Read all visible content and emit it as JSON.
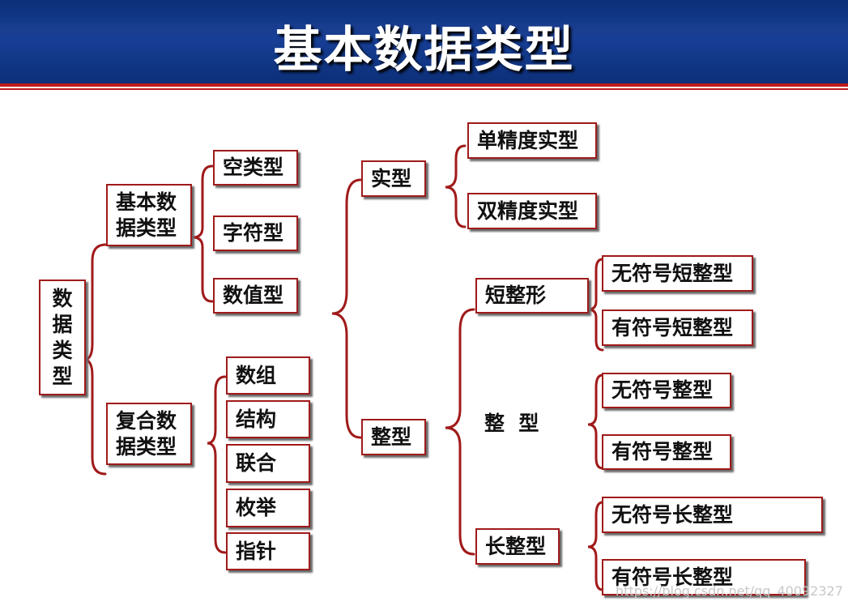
{
  "title": "基本数据类型",
  "nodes": {
    "data_types": "数\n据\n类\n型",
    "basic_types": "基本数\n据类型",
    "composite_types": "复合数\n据类型",
    "void": "空类型",
    "char": "字符型",
    "numeric": "数值型",
    "array": "数组",
    "struct": "结构",
    "union": "联合",
    "enum": "枚举",
    "pointer": "指针",
    "real": "实型",
    "integer": "整型",
    "single": "单精度实型",
    "double": "双精度实型",
    "short": "短整形",
    "int": "整  型",
    "long": "长整型",
    "ushort": "无符号短整型",
    "sshort": "有符号短整型",
    "uint": "无符号整型",
    "sint": "有符号整型",
    "ulong": "无符号长整型",
    "slong": "有符号长整型"
  },
  "watermark": "https://blog.csdn.net/qq_40092327",
  "colors": {
    "banner": "#173f96",
    "accent_red": "#c01a1a",
    "bracket": "#a01a1a",
    "title": "#ffffff"
  }
}
